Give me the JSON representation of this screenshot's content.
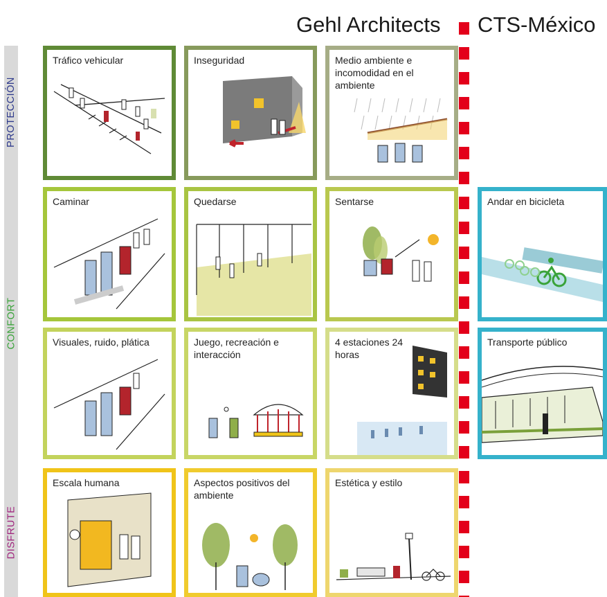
{
  "header": {
    "left_title": "Gehl Architects",
    "right_title": "CTS-México"
  },
  "categories": {
    "proteccion": {
      "label": "PROTECCIÓN",
      "color": "#2e3a8c"
    },
    "confort": {
      "label": "CONFORT",
      "color": "#3aa33a"
    },
    "disfrute": {
      "label": "DISFRUTE",
      "color": "#a0267e"
    }
  },
  "cards": {
    "trafico": {
      "label": "Tráfico vehicular",
      "border": "#5f8a36",
      "icon": "traffic-crowd-illustration"
    },
    "inseguridad": {
      "label": "Inseguridad",
      "border": "#879a5c",
      "icon": "dark-building-illustration"
    },
    "medio_ambiente": {
      "label": "Medio ambiente e incomodidad en el ambiente",
      "border": "#a6ad86",
      "icon": "rain-shelter-illustration"
    },
    "caminar": {
      "label": "Caminar",
      "border": "#a5c63b",
      "icon": "walking-people-illustration"
    },
    "quedarse": {
      "label": "Quedarse",
      "border": "#a9c443",
      "icon": "arcade-people-illustration"
    },
    "sentarse": {
      "label": "Sentarse",
      "border": "#b9c84f",
      "icon": "sitting-people-illustration"
    },
    "visuales": {
      "label": "Visuales, ruido, plática",
      "border": "#c3d35c",
      "icon": "talking-people-illustration"
    },
    "juego": {
      "label": "Juego, recreación e interacción",
      "border": "#c8d666",
      "icon": "carousel-illustration"
    },
    "estaciones": {
      "label": "4 estaciones 24 horas",
      "border": "#d5dd8a",
      "icon": "building-night-illustration"
    },
    "escala": {
      "label": "Escala humana",
      "border": "#f0c419",
      "icon": "storefront-illustration"
    },
    "aspectos": {
      "label": "Aspectos positivos del ambiente",
      "border": "#f0cb2e",
      "icon": "trees-sun-illustration"
    },
    "estetica": {
      "label": "Estética y estilo",
      "border": "#eed66e",
      "icon": "street-furniture-illustration"
    },
    "bicicleta": {
      "label": "Andar en bicicleta",
      "border": "#35b2cb",
      "icon": "bicycle-lane-illustration"
    },
    "transporte": {
      "label": "Transporte público",
      "border": "#35b2cb",
      "icon": "tram-illustration"
    }
  }
}
